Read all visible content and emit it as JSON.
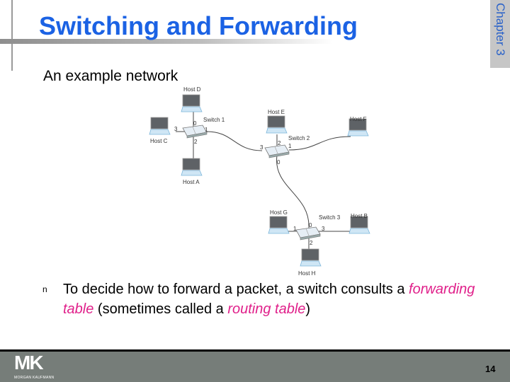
{
  "header": {
    "title": "Switching and Forwarding",
    "chapter": "Chapter 3"
  },
  "subtitle": "An example network",
  "diagram": {
    "hosts": {
      "A": "Host A",
      "B": "Host B",
      "C": "Host C",
      "D": "Host D",
      "E": "Host E",
      "F": "Host F",
      "G": "Host G",
      "H": "Host H"
    },
    "switches": {
      "s1": "Switch 1",
      "s2": "Switch 2",
      "s3": "Switch 3"
    },
    "ports": [
      "0",
      "1",
      "2",
      "3"
    ]
  },
  "bullet": {
    "marker": "n",
    "text1": "To decide how to forward a packet, a switch consults a ",
    "em1": "forwarding table",
    "text2": " (sometimes called a ",
    "em2": "routing table",
    "text3": ")"
  },
  "footer": {
    "logo": "MK",
    "logo_sub": "MORGAN KAUFMANN",
    "page": "14"
  }
}
